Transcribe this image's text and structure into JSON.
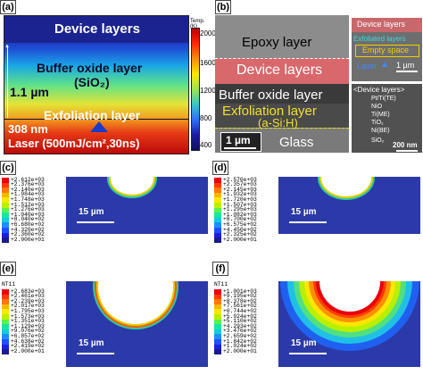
{
  "panels": {
    "a": {
      "label": "(a)",
      "device_layers": "Device layers",
      "buffer_line1": "Buffer oxide layer",
      "buffer_line2": "(SiO₂)",
      "dimension_top": "1.1 µm",
      "exfoliation": "Exfoliation layer",
      "dimension_bottom": "308 nm",
      "laser": "Laser (500mJ/cm²,30ns)",
      "colorbar_title": "Temp. (K)",
      "colorbar_ticks": [
        "2000",
        "1600",
        "1200",
        "800",
        "400"
      ]
    },
    "b": {
      "label": "(b)",
      "epoxy": "Epoxy layer",
      "device_layers": "Device layers",
      "buffer": "Buffer oxide layer",
      "exfoliation": "Exfoliation layer",
      "asi": "(a-Si:H)",
      "scale_main": "1 µm",
      "glass": "Glass",
      "inset1_title": "Device layers",
      "inset1_exfoliated": "Exfoliated layers",
      "inset1_empty": "Empty space",
      "inset1_laser": "Laser",
      "inset1_scale": "1 µm",
      "inset2_title": "<Device layers>",
      "inset2_layers": [
        "Pt/Ti(TE)",
        "NiO",
        "Ti(ME)",
        "TiO₂",
        "Ni(BE)",
        "SiO₂"
      ],
      "inset2_scale": "200 nm"
    },
    "c": {
      "label": "(c)",
      "legend_title": "NT11",
      "values": [
        "+2.612e+03",
        "+2.376e+03",
        "+2.140e+03",
        "+1.984e+03",
        "+1.748e+03",
        "+1.512e+03",
        "+1.276e+03",
        "+1.040e+03",
        "+8.040e+02",
        "+6.680e+02",
        "+4.320e+02",
        "+2.360e+02",
        "+2.000e+01"
      ],
      "scale": "15 µm"
    },
    "d": {
      "label": "(d)",
      "legend_title": "NT11",
      "values": [
        "+2.570e+03",
        "+2.357e+03",
        "+2.145e+03",
        "+1.932e+03",
        "+1.720e+03",
        "+1.507e+03",
        "+1.295e+03",
        "+1.082e+03",
        "+8.700e+02",
        "+6.575e+02",
        "+4.450e+02",
        "+2.325e+02",
        "+2.000e+01"
      ],
      "scale": "15 µm"
    },
    "e": {
      "label": "(e)",
      "legend_title": "NT11",
      "values": [
        "+2.683e+03",
        "+2.461e+03",
        "+2.239e+03",
        "+2.017e+03",
        "+1.795e+03",
        "+1.573e+03",
        "+1.351e+03",
        "+1.129e+03",
        "+9.076e+02",
        "+6.857e+02",
        "+4.638e+02",
        "+2.419e+02",
        "+2.000e+01"
      ],
      "scale": "15 µm"
    },
    "f": {
      "label": "(f)",
      "legend_title": "NT11",
      "values": [
        "+1.001e+03",
        "+9.195e+02",
        "+8.378e+02",
        "+7.561e+02",
        "+6.744e+02",
        "+5.924e+02",
        "+5.110e+02",
        "+4.293e+02",
        "+3.476e+02",
        "+2.659e+02",
        "+1.842e+02",
        "+1.024e+02",
        "+2.000e+01"
      ],
      "scale": "15 µm"
    }
  },
  "legend_colors": [
    "#e8000b",
    "#ff3c00",
    "#ff7a00",
    "#ffb400",
    "#ffe600",
    "#b8f000",
    "#5ef04a",
    "#18e6a0",
    "#18c8e6",
    "#1a90ff",
    "#1a52ff",
    "#1a20d8",
    "#1a1a8c"
  ]
}
